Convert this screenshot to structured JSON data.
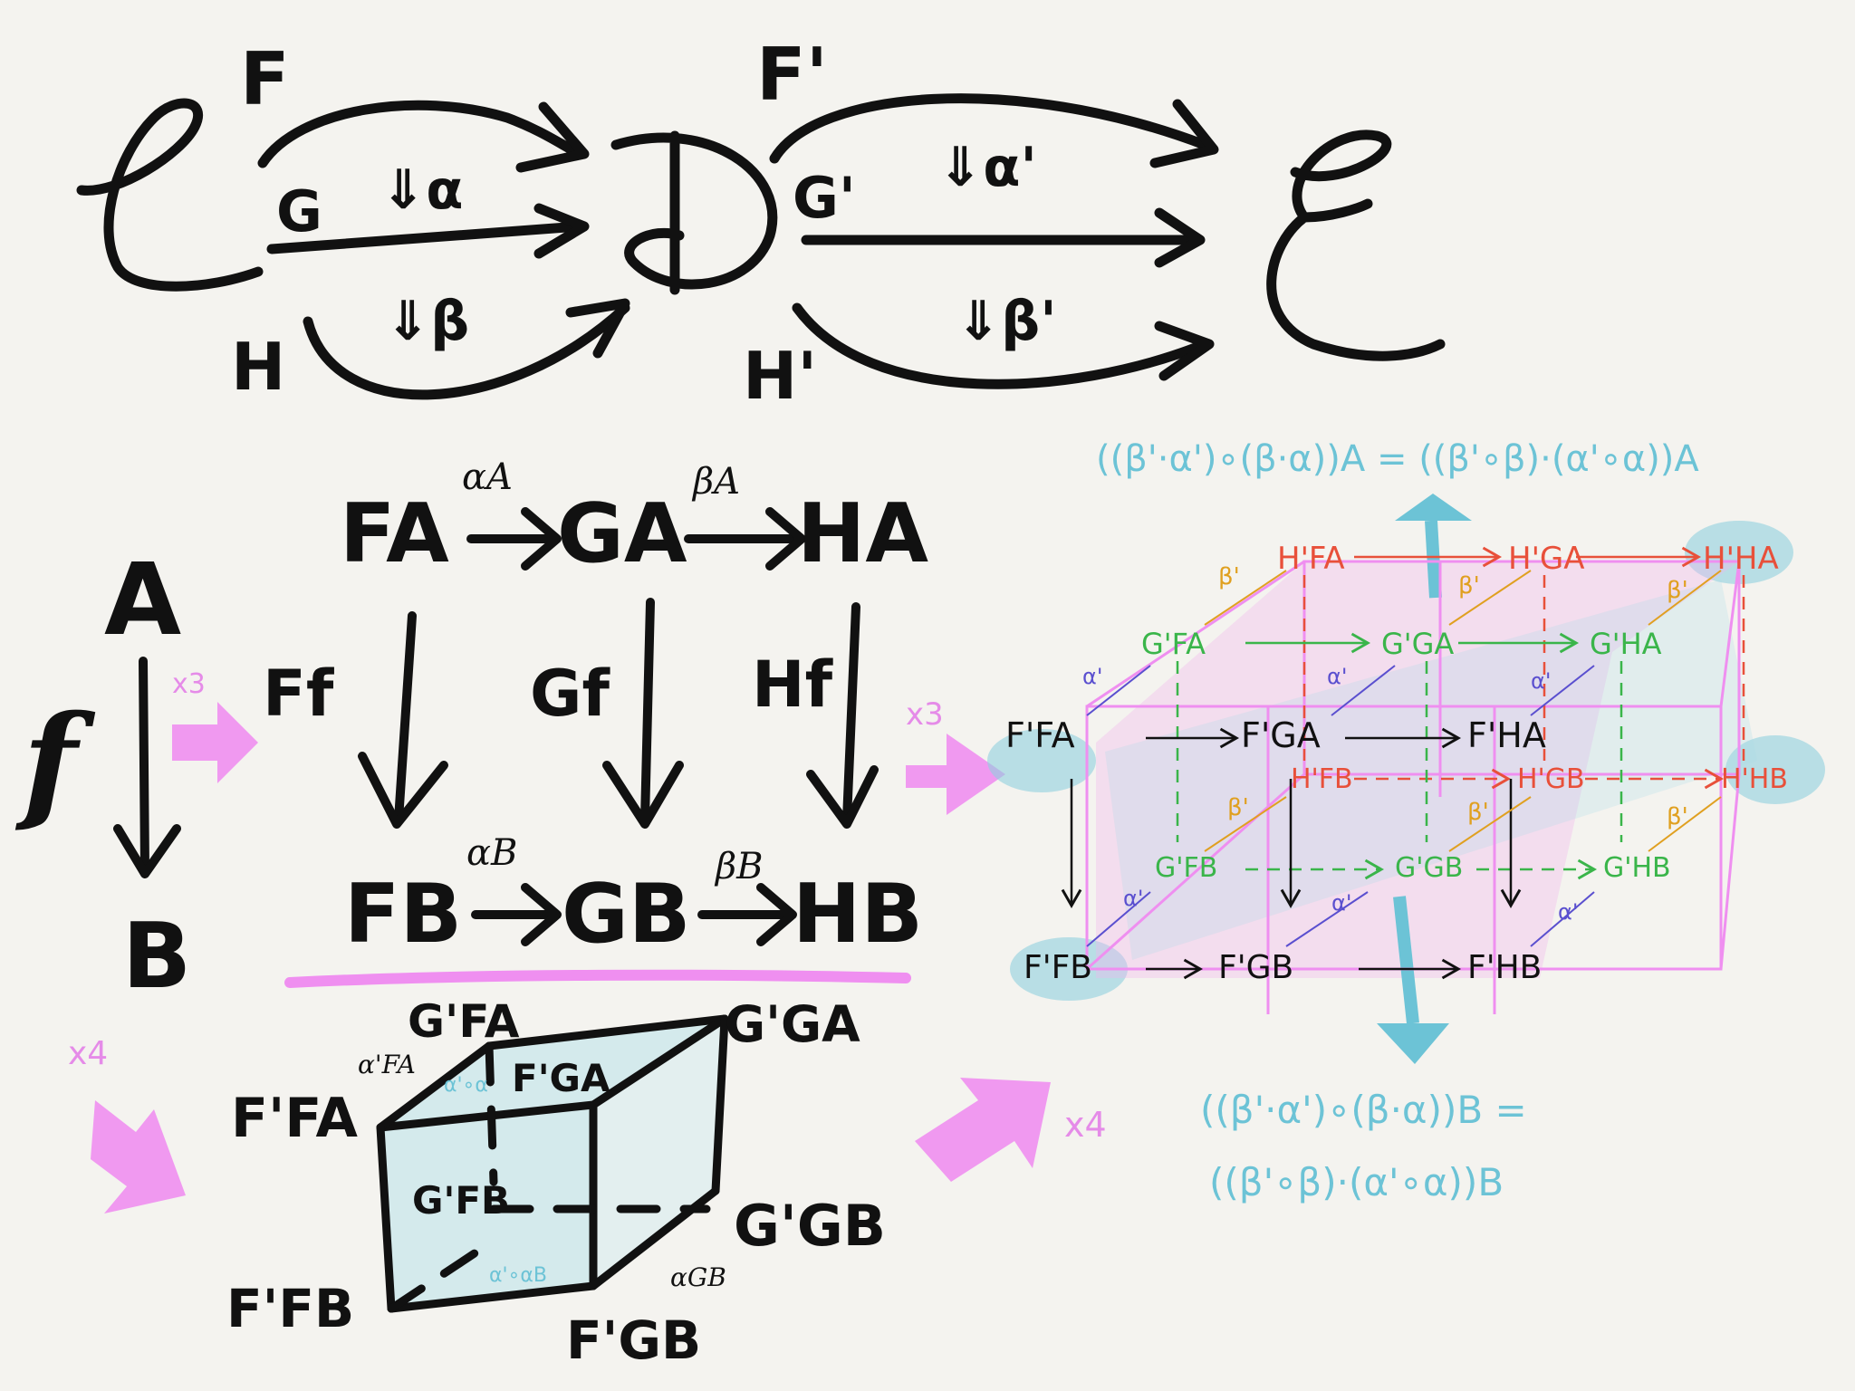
{
  "top": {
    "cat_C": "𝒞",
    "cat_D": "𝒟",
    "cat_E": "ℰ",
    "F": "F",
    "G": "G",
    "H": "H",
    "Fp": "F'",
    "Gp": "G'",
    "Hp": "H'",
    "alpha": "⇓α",
    "beta": "⇓β",
    "alphap": "⇓α'",
    "betap": "⇓β'"
  },
  "mid": {
    "A": "A",
    "B": "B",
    "f": "f",
    "x3": "x3",
    "FA": "FA",
    "GA": "GA",
    "HA": "HA",
    "FB": "FB",
    "GB": "GB",
    "HB": "HB",
    "Ff": "Ff",
    "Gf": "Gf",
    "Hf": "Hf",
    "alpha_A": "αA",
    "beta_A": "βA",
    "alpha_B": "αB",
    "beta_B": "βB"
  },
  "cube": {
    "x4": "x4",
    "GpFA": "G'FA",
    "GpGA": "G'GA",
    "FpFA": "F'FA",
    "FpGA": "F'GA",
    "GpFB": "G'FB",
    "GpGB": "G'GB",
    "FpFB": "F'FB",
    "FpGB": "F'GB",
    "alphap_FA": "α'FA",
    "alphap_GB": "αGB",
    "face_top": "α'∘α",
    "face_bottom": "α'∘αB"
  },
  "bigcube": {
    "x3": "x3",
    "x4": "x4",
    "eq_A": "((β'·α')∘(β·α))A = ((β'∘β)·(α'∘α))A",
    "eq_B_1": "((β'·α')∘(β·α))B =",
    "eq_B_2": "((β'∘β)·(α'∘α))B",
    "HpFA": "H'FA",
    "HpGA": "H'GA",
    "HpHA": "H'HA",
    "GpFA": "G'FA",
    "GpGA": "G'GA",
    "GpHA": "G'HA",
    "FpFA": "F'FA",
    "FpGA": "F'GA",
    "FpHA": "F'HA",
    "HpFB": "H'FB",
    "HpGB": "H'GB",
    "HpHB": "H'HB",
    "GpFB": "G'FB",
    "GpGB": "G'GB",
    "GpHB": "G'HB",
    "FpFB": "F'FB",
    "FpGB": "F'GB",
    "FpHB": "F'HB",
    "beta_p": "β'",
    "alpha_p": "α'"
  },
  "colors": {
    "ink": "#111111",
    "pink": "#ef8ff0",
    "blue": "#6cc3d6",
    "red": "#e8503a",
    "green": "#3ab54a",
    "orange": "#e0a020",
    "purple": "#5a4fcf"
  }
}
